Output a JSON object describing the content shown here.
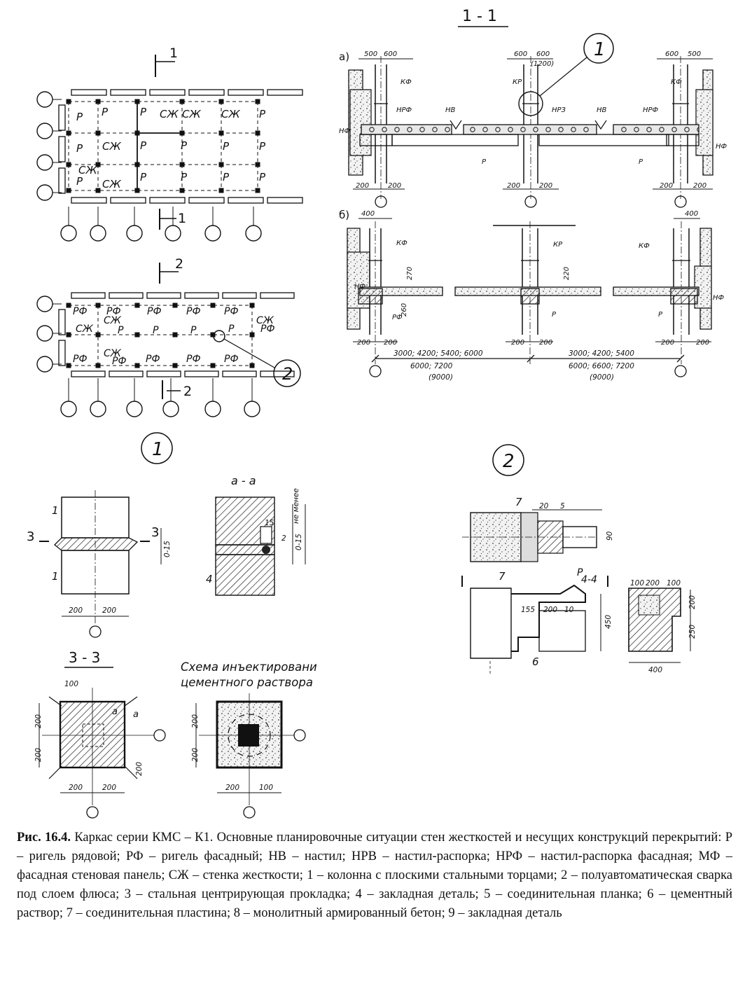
{
  "section_labels": {
    "sec11": "1 - 1",
    "sec_a": "а)",
    "sec_b": "б)",
    "sec_aa": "а - а",
    "sec33": "3 - 3",
    "sec44": "4-4",
    "cut1_top": "1",
    "cut1_bot": "1",
    "cut2_top": "2",
    "cut2_bot": "2",
    "cut3_left": "3",
    "cut3_right": "3",
    "callout1": "1",
    "callout2": "2",
    "detail1": "1",
    "detail2": "2",
    "scheme_title_1": "Схема инъектировани",
    "scheme_title_2": "цементного раствора"
  },
  "plan1": {
    "labels": [
      "Р",
      "Р",
      "СЖ",
      "СЖ",
      "СЖ",
      "Р",
      "Р",
      "СЖ",
      "Р",
      "Р",
      "Р",
      "Р",
      "Р",
      "Р",
      "СЖ",
      "СЖ",
      "Р",
      "Р",
      "Р",
      "Р"
    ]
  },
  "plan2": {
    "labels": [
      "РФ",
      "РФ",
      "РФ",
      "РФ",
      "РФ",
      "СЖ",
      "СЖ",
      "Р",
      "Р",
      "Р",
      "Р",
      "СЖ",
      "СЖ",
      "РФ",
      "РФ",
      "РФ",
      "РФ",
      "РФ",
      "РФ"
    ]
  },
  "section_a": {
    "dims": [
      "500",
      "600",
      "600",
      "600",
      "(1200)",
      "600",
      "500",
      "200",
      "200",
      "200",
      "200",
      "200",
      "200"
    ],
    "tags": [
      "КФ",
      "НРФ",
      "НВ",
      "КР",
      "НРЗ",
      "НВ",
      "НРФ",
      "КФ",
      "НФ",
      "Р",
      "Р",
      "НФ"
    ]
  },
  "section_b": {
    "dims": [
      "400",
      "400",
      "270",
      "260",
      "220",
      "200",
      "200",
      "200",
      "200",
      "200",
      "200"
    ],
    "tags": [
      "КФ",
      "КР",
      "КФ",
      "НФ",
      "Р",
      "РФ",
      "НФ",
      "Р"
    ],
    "spans": [
      "3000; 4200; 5400; 6000",
      "3000; 4200; 5400",
      "6000; 7200",
      "6000; 6600; 7200",
      "(9000)",
      "(9000)"
    ]
  },
  "detail1": {
    "dims": [
      "200",
      "200",
      "0-15",
      "0-15",
      "не менее",
      "15",
      "2",
      "200",
      "200",
      "100",
      "200",
      "200",
      "200",
      "200",
      "100",
      "200",
      "200"
    ],
    "numbers": [
      "1",
      "1",
      "4"
    ],
    "tags": [
      "а",
      "а"
    ]
  },
  "detail2": {
    "dims": [
      "20",
      "5",
      "7",
      "7",
      "6",
      "155",
      "200",
      "10",
      "450",
      "100",
      "200",
      "100",
      "200",
      "250",
      "400",
      "90"
    ],
    "tags": [
      "Р"
    ]
  },
  "caption": {
    "lead": "Рис. 16.4.",
    "text": " Каркас серии КМС – К1. Основные планировочные ситуации стен жесткостей и несущих конструкций перекрытий: Р – ригель рядовой;  РФ – ригель фасадный;  НВ – настил; НРВ – настил-распорка; НРФ – настил-распорка фасадная; МФ – фасадная стеновая панель;  СЖ – стенка жесткости; 1 –  колонна с плоскими стальными торцами; 2 –  полуавтоматическая сварка под слоем флюса; 3 –  стальная центрирующая прокладка; 4 –  закладная деталь; 5 –  соединительная планка; 6 – цементный раствор; 7 – соединительная пластина; 8 –  монолитный армированный бетон; 9 – закладная деталь"
  }
}
